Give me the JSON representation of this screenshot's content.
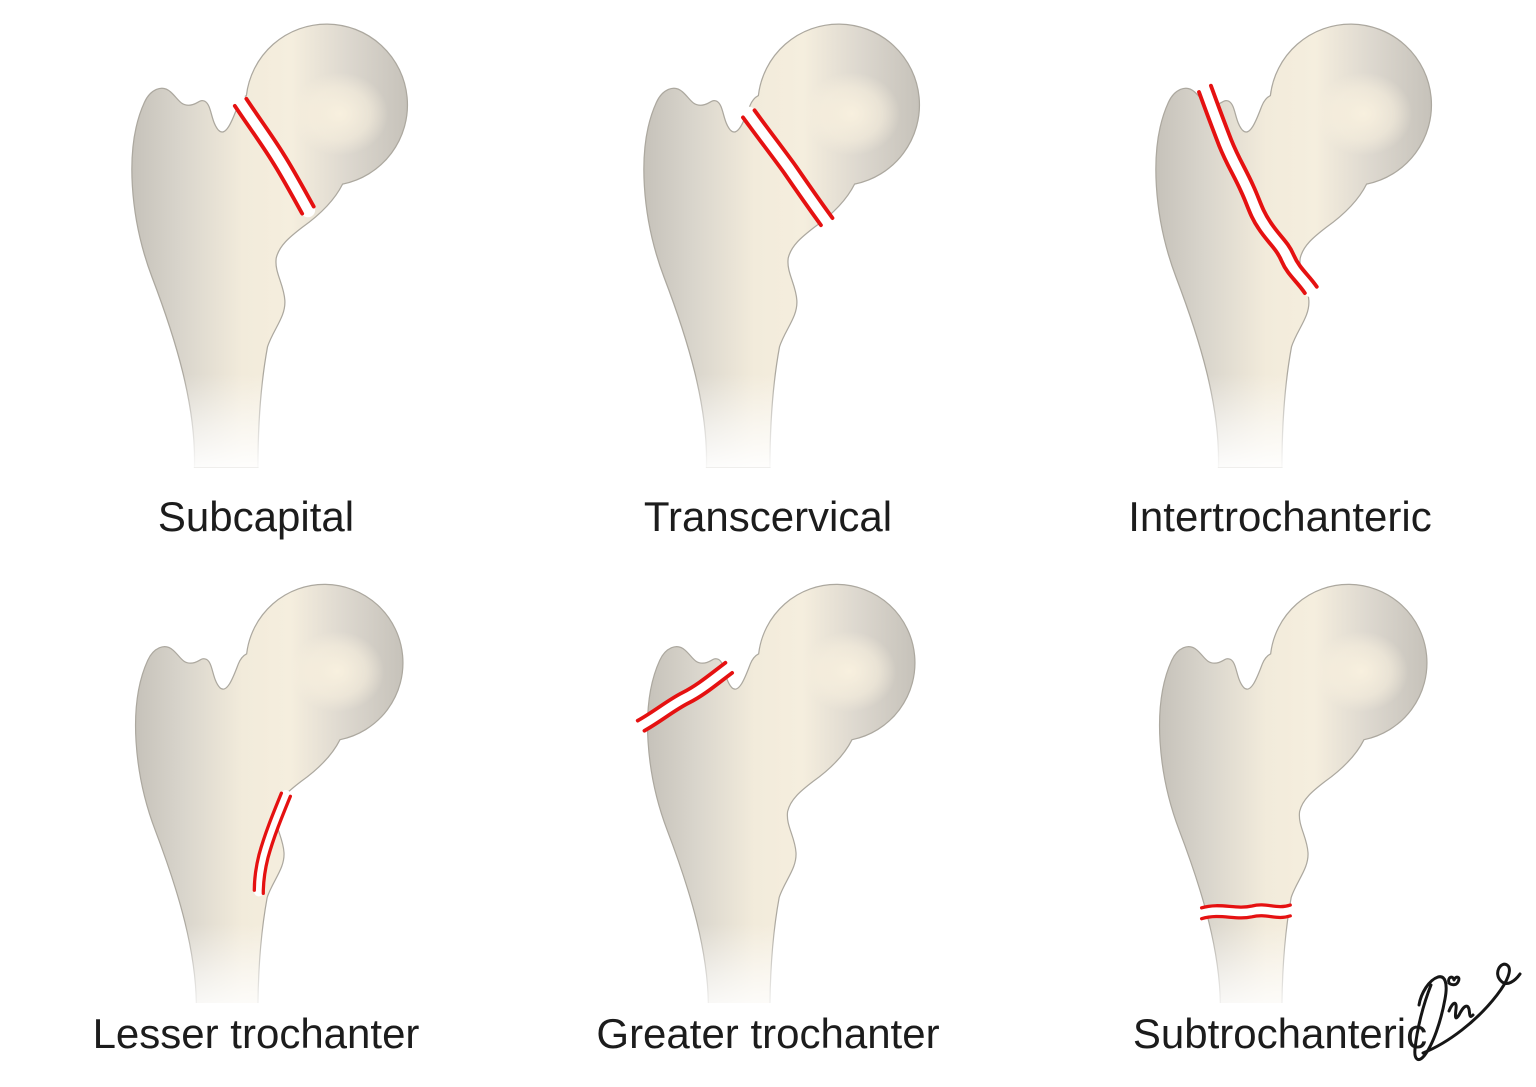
{
  "figure": {
    "subject": "Types of proximal femur (hip) fractures",
    "panels": [
      {
        "id": "subcapital",
        "label": "Subcapital"
      },
      {
        "id": "transcervical",
        "label": "Transcervical"
      },
      {
        "id": "intertrochanteric",
        "label": "Intertrochanteric"
      },
      {
        "id": "lesser-trochanter",
        "label": "Lesser trochanter"
      },
      {
        "id": "greater-trochanter",
        "label": "Greater trochanter"
      },
      {
        "id": "subtrochanteric",
        "label": "Subtrochanteric"
      }
    ],
    "colors": {
      "background": "#FFFFFF",
      "bone_highlight": "#F5EEDE",
      "bone_shadow": "#C9C5BD",
      "bone_outline": "#ACA89F",
      "fracture_line": "#E51111",
      "fracture_gap": "#FFFFFF",
      "label_text": "#1C1C1C",
      "signature_ink": "#161616"
    },
    "signature": {
      "name": "artist-signature"
    }
  }
}
